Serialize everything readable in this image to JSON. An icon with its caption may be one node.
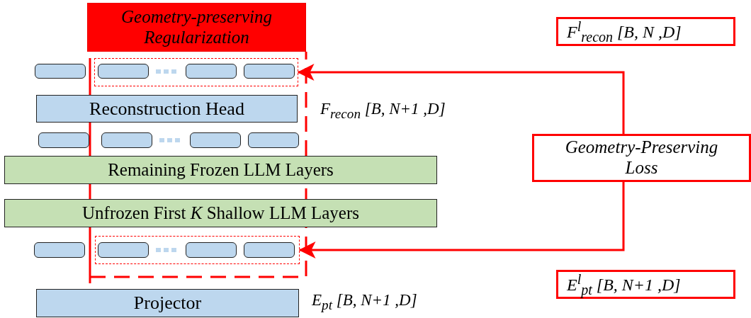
{
  "diagram": {
    "nodes": [
      {
        "text": [
          "Geometry-preserving Regularization"
        ]
      },
      {
        "text": [],
        "shape": "box"
      },
      {
        "text": [],
        "shape": "box"
      },
      {
        "text": [],
        "shape": "box",
        "in": 2
      },
      {
        "text": [],
        "shape": "box",
        "in": 2
      },
      {
        "text": [],
        "shape": "box",
        "in": 2
      },
      {
        "text": [
          "Reconstruction Head"
        ],
        "beside": [
          "F$_{recon}$ [B, N+1 ,D]"
        ]
      },
      {
        "text": [],
        "shape": "box"
      },
      {
        "text": [],
        "shape": "box"
      },
      {
        "text": [],
        "shape": "box"
      },
      {
        "text": [],
        "shape": "box"
      },
      {
        "text": [
          "Remaining Frozen LLM Layers"
        ]
      },
      {
        "text": [
          "Unfrozen First *K* Shallow LLM Layers"
        ]
      },
      {
        "text": [],
        "shape": "box"
      },
      {
        "text": [],
        "shape": "box"
      },
      {
        "text": [],
        "shape": "box",
        "in": 14
      },
      {
        "text": [],
        "shape": "box",
        "in": 14
      },
      {
        "text": [],
        "shape": "box",
        "in": 14
      },
      {
        "text": [
          "Projector"
        ],
        "beside": [
          "E$_{pt}$ [B, N+1 ,D]"
        ]
      },
      {
        "text": [
          "F$^{l}$$_{recon}$ [B, N ,D]"
        ]
      },
      {
        "text": [
          "Geometry-Preserving Loss"
        ]
      },
      {
        "text": [
          "E$^{l}$$_{pt}$ [B, N+1 ,D]"
        ]
      }
    ],
    "edges": [
      {
        "from": 20,
        "to": 2,
        "arrow": "to",
        "color": "#ff0000"
      },
      {
        "from": 20,
        "to": 14,
        "arrow": "to",
        "color": "#ff0000"
      }
    ]
  }
}
